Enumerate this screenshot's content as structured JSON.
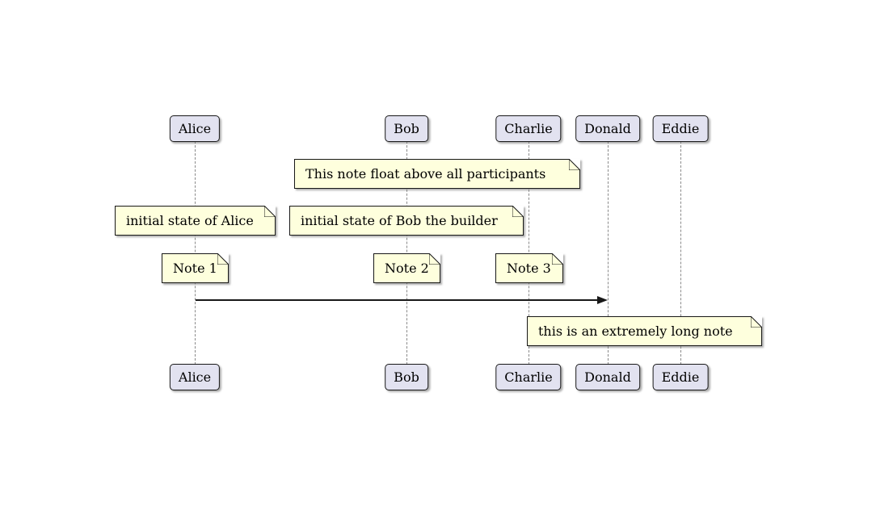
{
  "diagram": {
    "type": "sequence-diagram",
    "participants": [
      {
        "name": "Alice"
      },
      {
        "name": "Bob"
      },
      {
        "name": "Charlie"
      },
      {
        "name": "Donald"
      },
      {
        "name": "Eddie"
      }
    ],
    "notes": {
      "floating": "This note float above all participants",
      "alice_state": "initial state of Alice",
      "bob_state": "initial state of Bob the builder",
      "note1": "Note 1",
      "note2": "Note 2",
      "note3": "Note 3",
      "long_note": "this is an extremely long note"
    },
    "messages": [
      {
        "from": "Alice",
        "to": "Donald",
        "label": ""
      }
    ],
    "colors": {
      "participant_fill": "#E2E2F0",
      "participant_border": "#181818",
      "note_fill": "#FEFFDD",
      "note_border": "#181818",
      "lifeline": "#8A8A8A",
      "arrow": "#181818",
      "background": "#FFFFFF",
      "text": "#000000"
    }
  }
}
